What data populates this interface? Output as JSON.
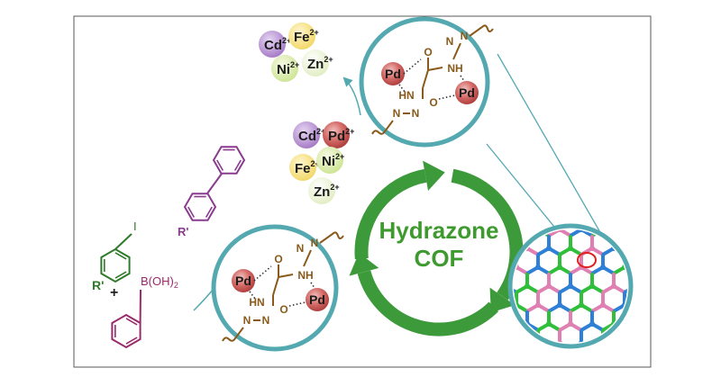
{
  "center": {
    "line1": "Hydrazone",
    "line2": "COF"
  },
  "metals_top": [
    "Cd",
    "Fe",
    "Ni",
    "Zn"
  ],
  "metals_mid": [
    "Cd",
    "Pd",
    "Fe",
    "Ni",
    "Zn"
  ],
  "charge": "2+",
  "pd_label": "Pd",
  "atoms": {
    "o": "O",
    "hn": "HN",
    "nh": "NH",
    "n": "N"
  },
  "reagents": {
    "r_prime": "R'",
    "plus": "+",
    "boronic": "B(OH)",
    "boronic_sub": "2",
    "iodo": "I"
  },
  "colors": {
    "teal": "#54a9b1",
    "green_arrow": "#3d9a3a",
    "hydrazone_text": "#3e9a2f",
    "chain": "#8a5a1a",
    "ring_green": "#2f7a2a",
    "ring_purple": "#8a3b8f",
    "ring_magenta": "#9a2a6a",
    "cd": "#b188cf",
    "fe": "#f4e27d",
    "ni": "#d6e9a0",
    "zn": "#e9f2cc",
    "pd": "#c9504e"
  }
}
